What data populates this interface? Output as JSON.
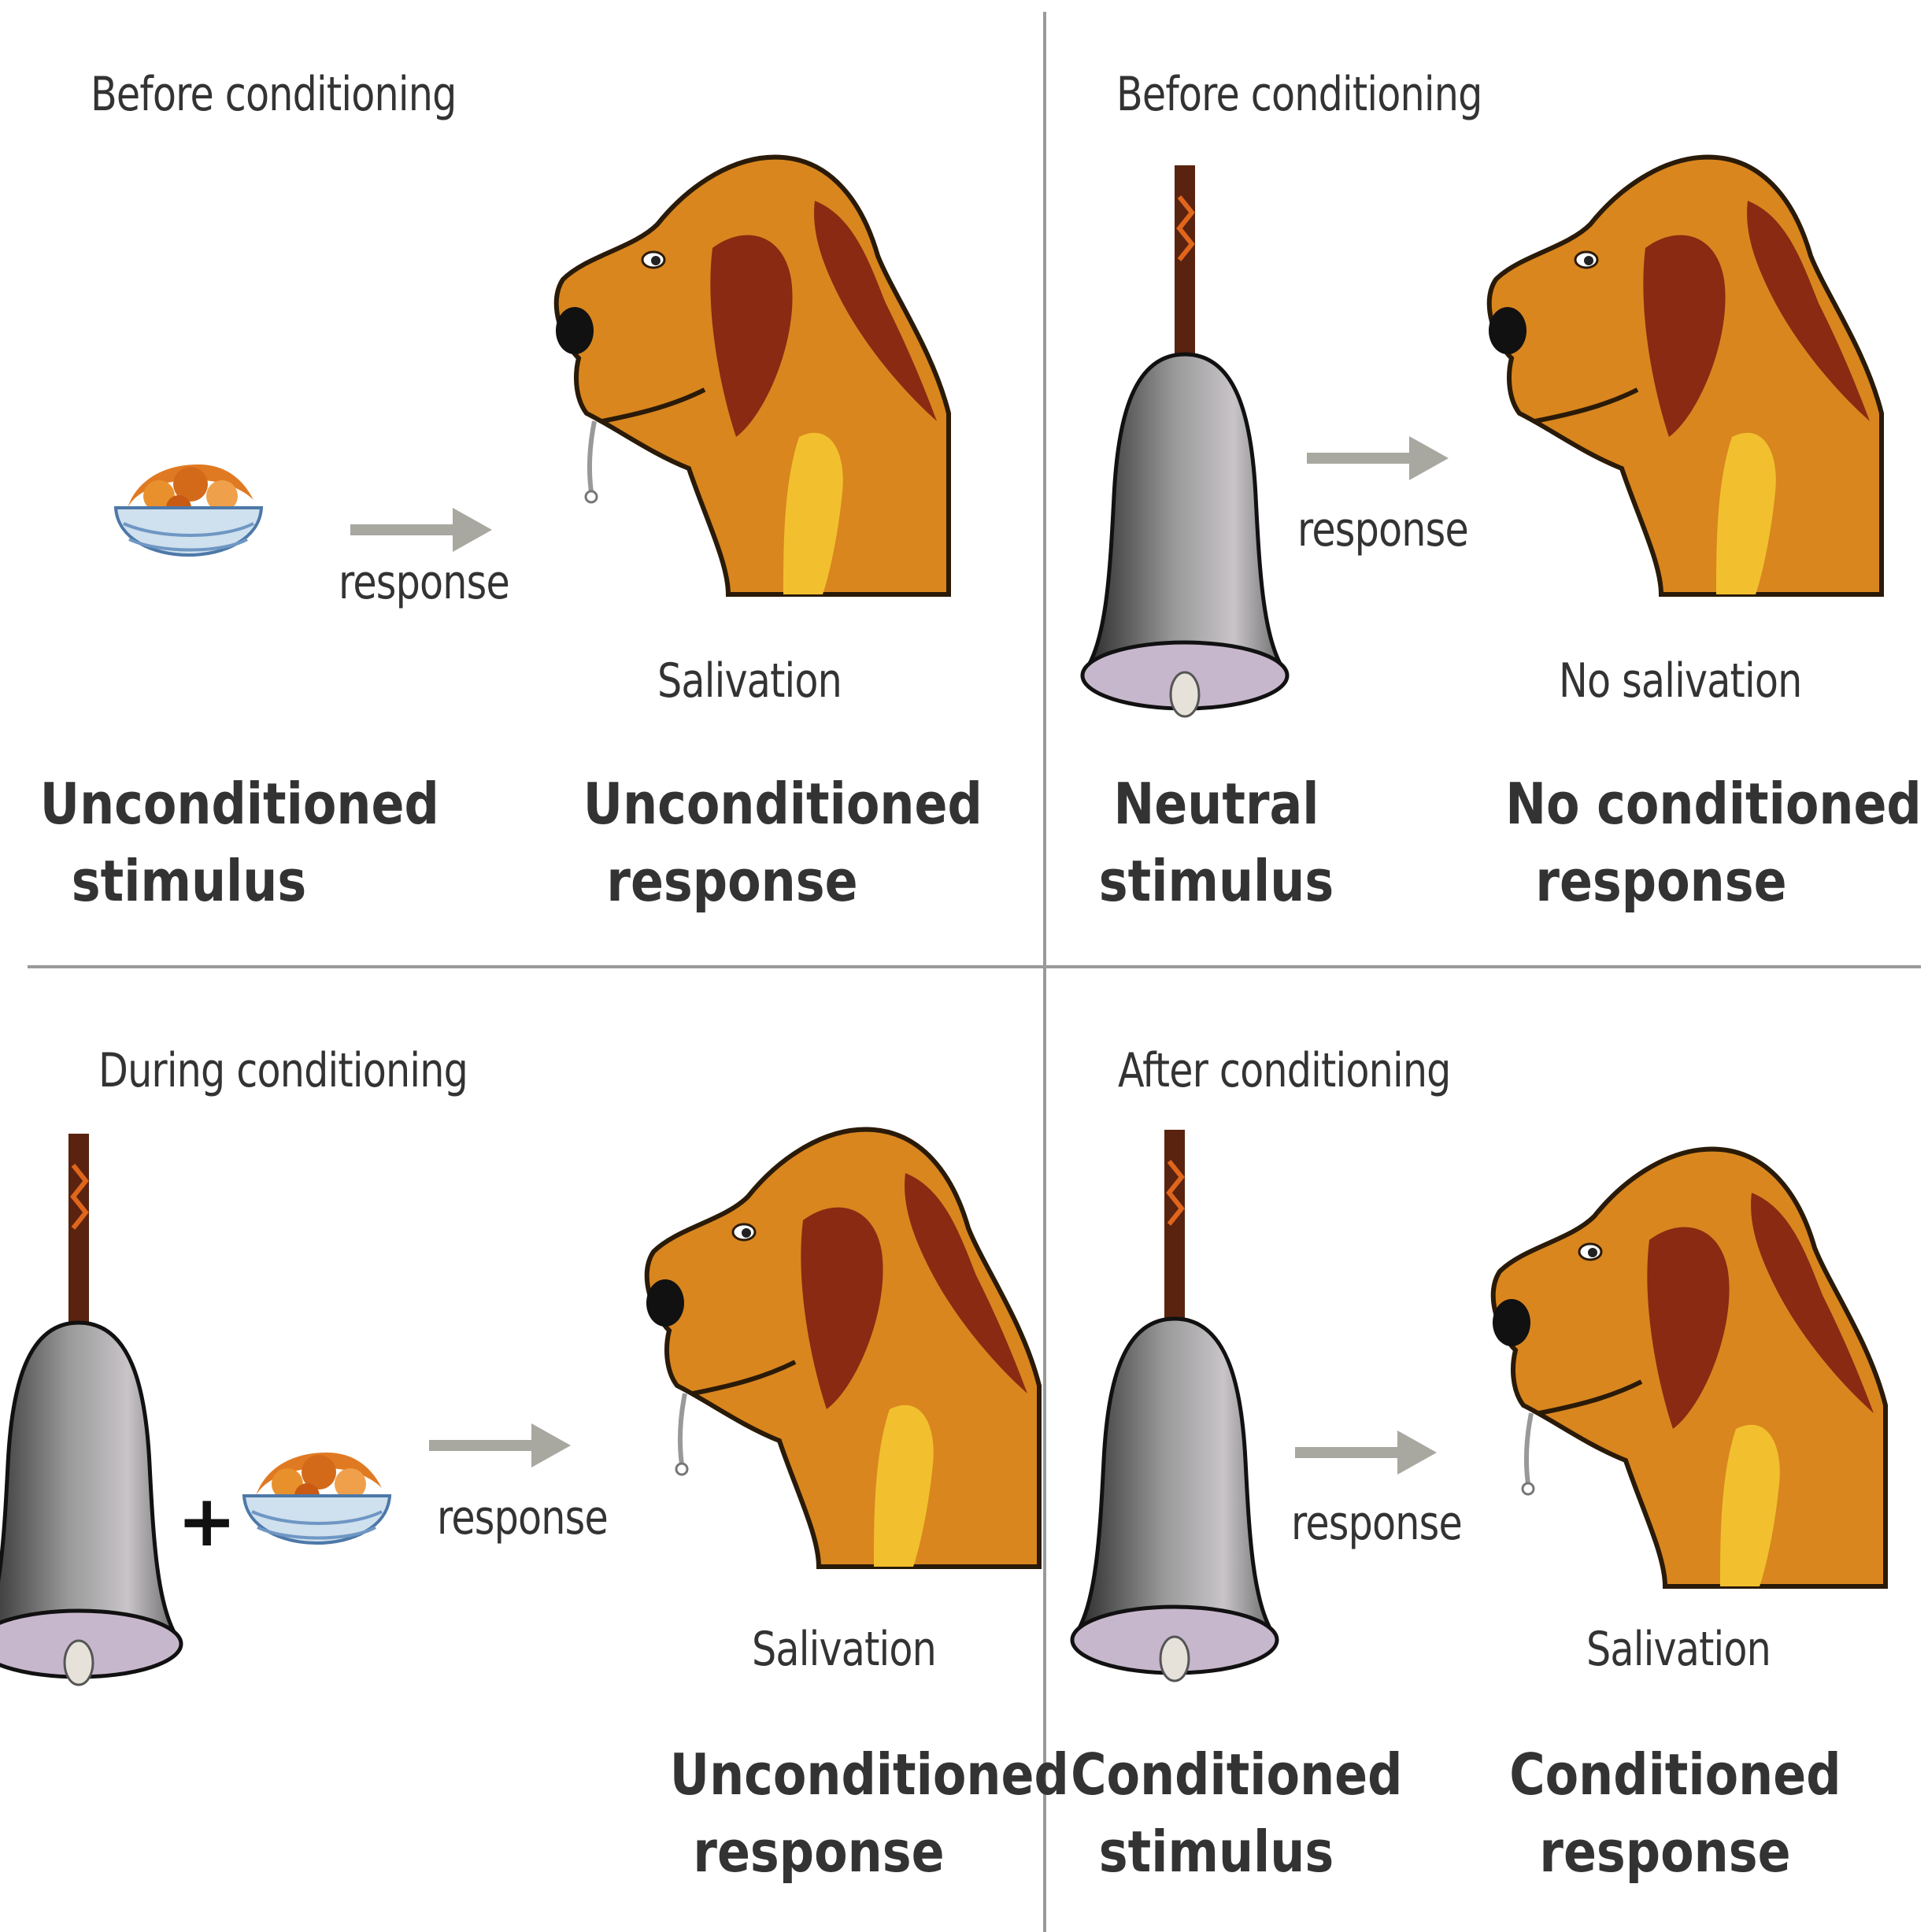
{
  "panels": [
    {
      "id": "before-food",
      "heading": "Before conditioning",
      "arrow_label": "response",
      "outcome": "Salivation",
      "stimulus_label": [
        "Unconditioned",
        "stimulus"
      ],
      "response_label": [
        "Unconditioned",
        "response"
      ]
    },
    {
      "id": "before-bell",
      "heading": "Before conditioning",
      "arrow_label": "response",
      "outcome": "No salivation",
      "stimulus_label": [
        "Neutral",
        "stimulus"
      ],
      "response_label": [
        "No conditioned",
        "response"
      ]
    },
    {
      "id": "during",
      "heading": "During conditioning",
      "arrow_label": "response",
      "outcome": "Salivation",
      "plus": "+",
      "response_label": [
        "Unconditioned",
        "response"
      ]
    },
    {
      "id": "after",
      "heading": "After conditioning",
      "arrow_label": "response",
      "outcome": "Salivation",
      "stimulus_label": [
        "Conditioned",
        "stimulus"
      ],
      "response_label": [
        "Conditioned",
        "response"
      ]
    }
  ],
  "colors": {
    "dog_fur": "#d9861f",
    "dog_dark": "#8a2a12",
    "dog_light": "#f2c02e",
    "bell": "#777777",
    "bell_lip": "#c7b7cc",
    "arrow": "#a8a8a0",
    "bowl": "#cfe0ee",
    "divider": "#9a9a9a"
  }
}
